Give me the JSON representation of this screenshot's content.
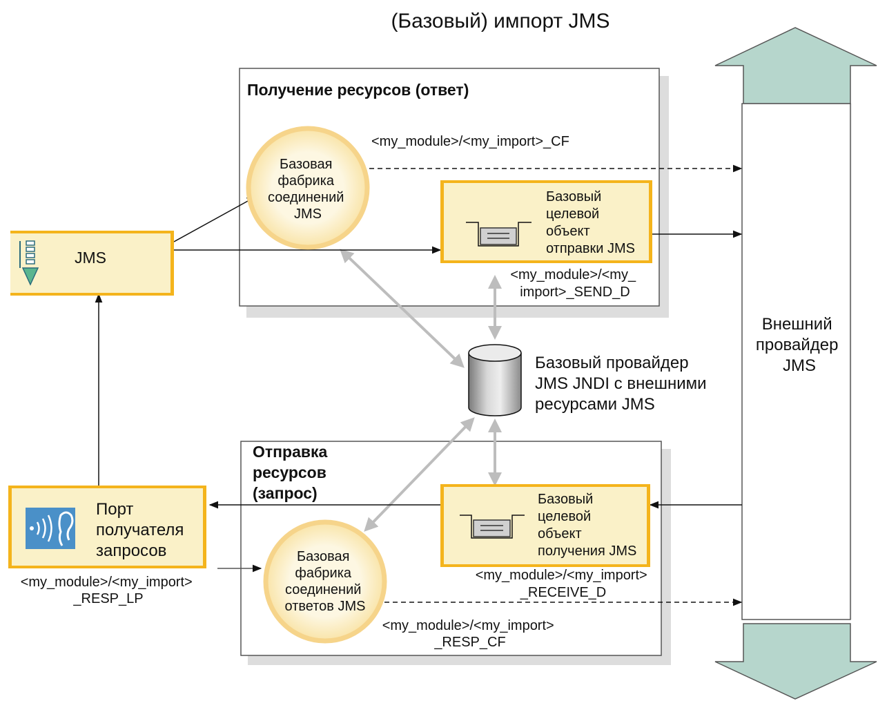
{
  "title": "(Базовый) импорт JMS",
  "receive_panel": {
    "heading": "Получение ресурсов (ответ)",
    "cf_label": "<my_module>/<my_import>_CF",
    "factory_lines": [
      "Базовая",
      "фабрика",
      "соединений",
      "JMS"
    ],
    "send_dest_lines": [
      "Базовый",
      "целевой",
      "объект",
      "отправки JMS"
    ],
    "send_dest_name": [
      "<my_module>/<my_",
      "import>_SEND_D"
    ]
  },
  "send_panel": {
    "heading": [
      "Отправка",
      "ресурсов",
      "(запрос)"
    ],
    "receive_dest_lines": [
      "Базовый",
      "целевой",
      "объект",
      "получения JMS"
    ],
    "receive_dest_name": [
      "<my_module>/<my_import>",
      "_RECEIVE_D"
    ],
    "factory_lines": [
      "Базовая",
      "фабрика",
      "соединений",
      "ответов JMS"
    ],
    "resp_cf_name": [
      "<my_module>/<my_import>",
      "_RESP_CF"
    ]
  },
  "jms_box": {
    "label": "JMS"
  },
  "listener_box": {
    "lines": [
      "Порт",
      "получателя",
      "запросов"
    ],
    "name": [
      "<my_module>/<my_import>",
      "_RESP_LP"
    ]
  },
  "jndi": {
    "lines": [
      "Базовый провайдер",
      "JMS JNDI с внешними",
      "ресурсами JMS"
    ]
  },
  "external": {
    "lines": [
      "Внешний",
      "провайдер",
      "JMS"
    ]
  },
  "colors": {
    "box_fill": "#faf1c8",
    "box_border": "#f4b41c",
    "circle_fill": "#fbf0c4",
    "circle_border": "#f6d48a",
    "arrow_fill": "#b6d6cc",
    "connector": "#bdbdbd",
    "shadow": "#dddddd"
  },
  "icons": {
    "jms": "queue-download-icon",
    "listener": "ear-listener-icon",
    "destination": "queue-tray-icon",
    "jndi": "database-cylinder-icon"
  }
}
